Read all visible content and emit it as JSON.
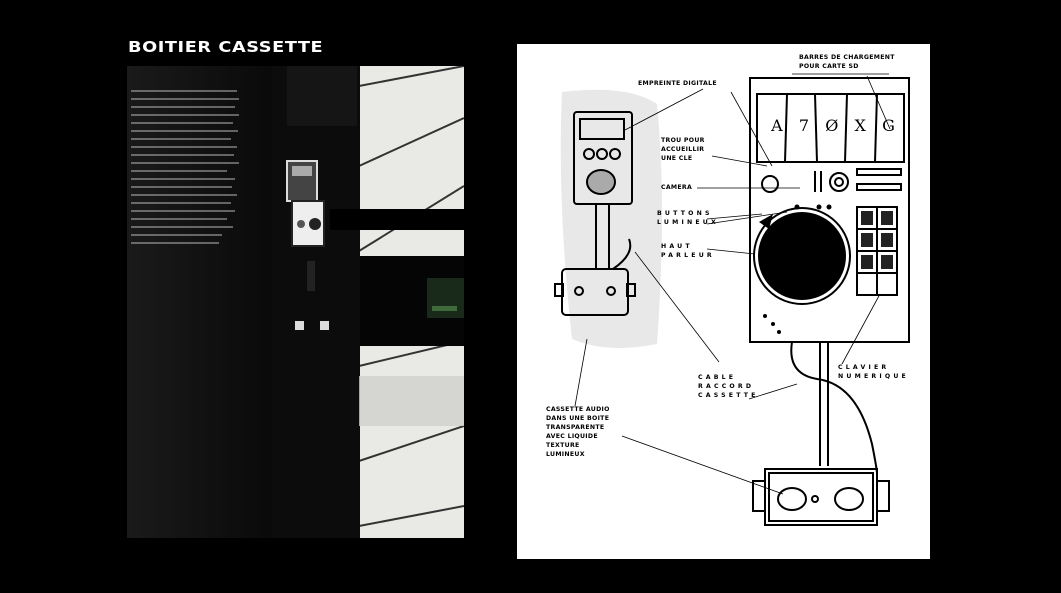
{
  "title": "BOITIER CASSETTE",
  "labels": {
    "empreinte": "EMPREINTE DIGITALE",
    "barres": "BARRES DE CHARGEMENT\nPOUR CARTE SD",
    "trou": "TROU POUR\nACCUEILLIR\nUNE CLE",
    "camera": "CAMERA",
    "buttons": "BUTTONS\nLUMINEUX",
    "haut": "HAUT\nPARLEUR",
    "cable": "CABLE\nRACCORD\nCASSETTE",
    "clavier": "CLAVIER\nNUMERIQUE",
    "cassette": "CASSETTE AUDIO\nDANS UNE BOITE\nTRANSPARENTE\nAVEC LIQUIDE\nTEXTURE\nLUMINEUX"
  },
  "sd_letters": [
    "A",
    "7",
    "Ø",
    "X",
    "G"
  ],
  "colors": {
    "background": "#000000",
    "panel": "#ffffff",
    "screen_green": "#3f6b3a"
  }
}
